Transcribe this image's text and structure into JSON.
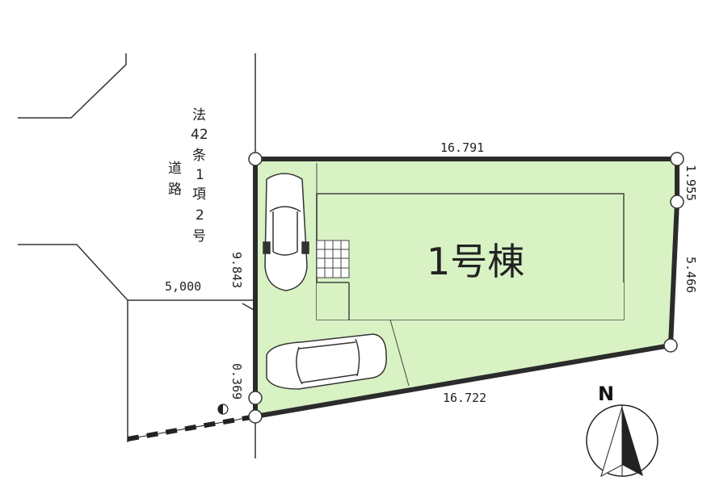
{
  "road_label": "法42条1項2号道路",
  "road_label_columns": [
    [
      "法",
      "42",
      "条",
      "1",
      "項",
      "2",
      "号"
    ],
    [
      "道",
      "路"
    ]
  ],
  "building_label": "1号棟",
  "north_label": "N",
  "dimensions": {
    "top": "16.791",
    "bottom": "16.722",
    "left_road": "9.843",
    "left_corner": "0.369",
    "right_upper": "1.955",
    "right_lower": "5.466",
    "road_width": "5,000"
  },
  "colors": {
    "lot_fill": "#d8f2c4",
    "boundary": "#2b2b2b"
  }
}
